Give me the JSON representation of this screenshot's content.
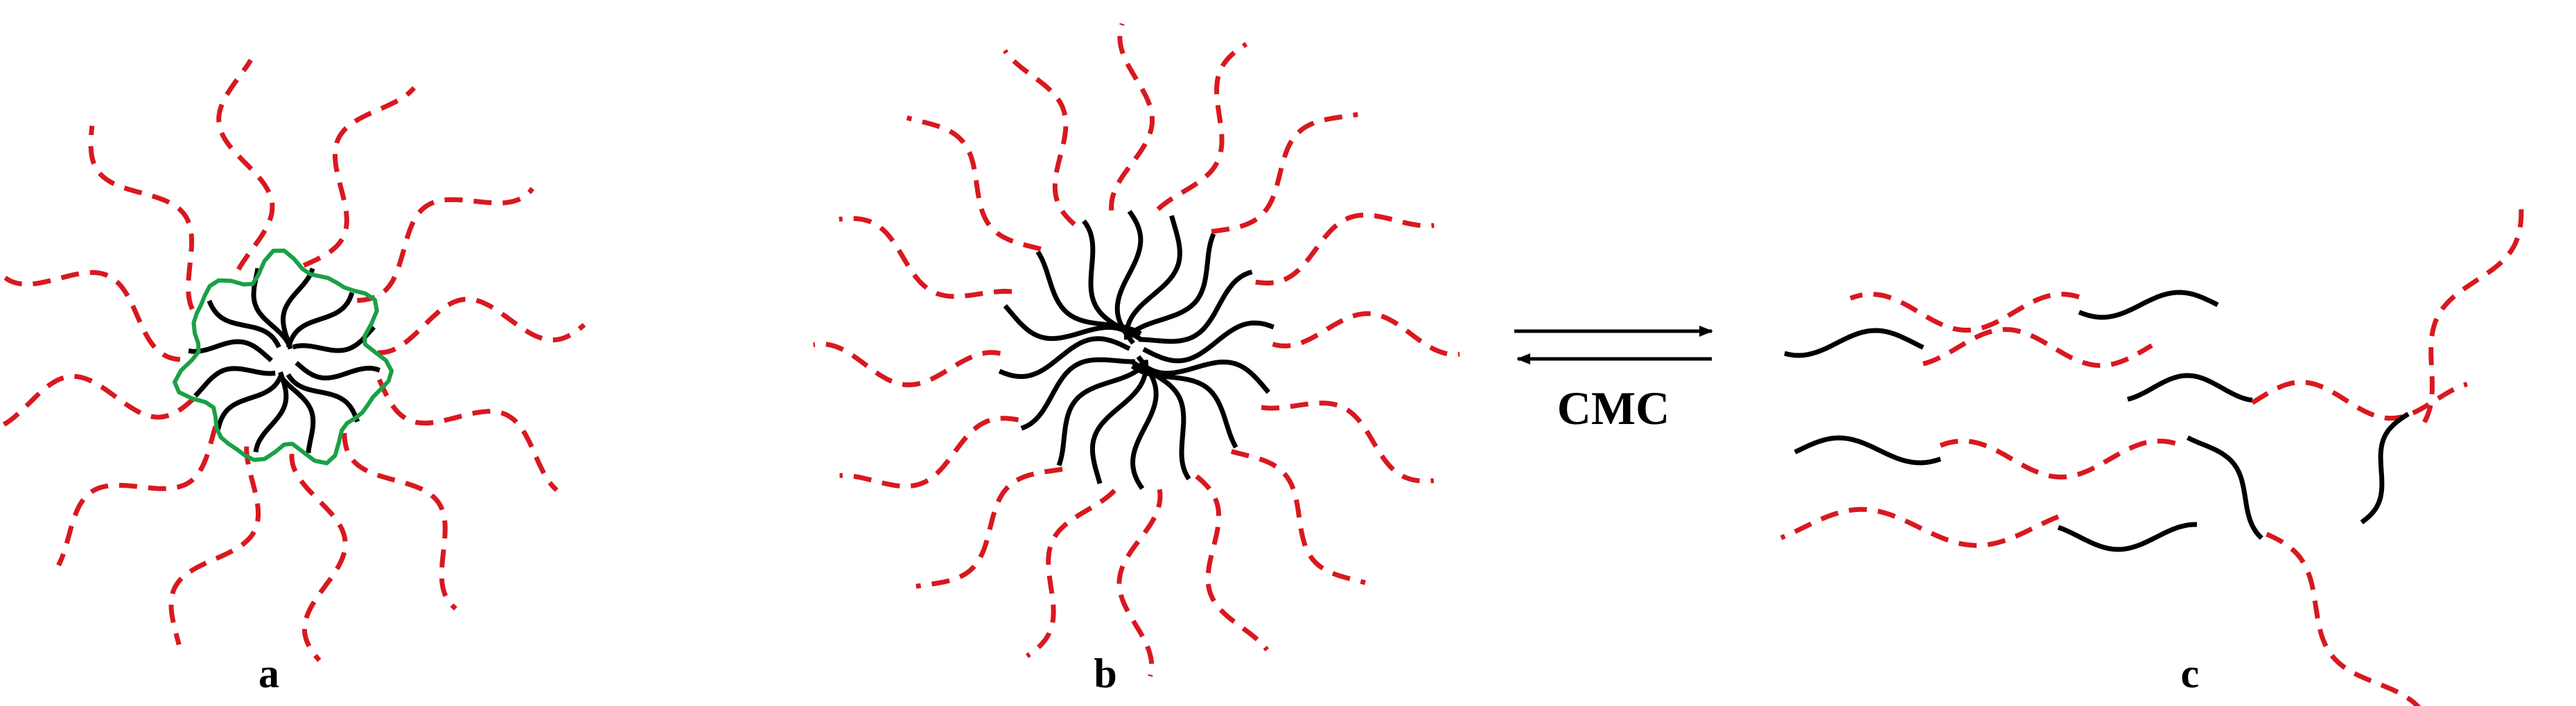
{
  "labels": {
    "a": "a",
    "b": "b",
    "c": "c",
    "equilibrium": "CMC"
  },
  "colors": {
    "hydrophobic_tail": "#000000",
    "hydrophilic_head": "#d9181f",
    "core_boundary": "#1aa046",
    "text": "#000000"
  },
  "icons": {
    "equilibrium_arrows": "double-harpoon-arrows"
  }
}
